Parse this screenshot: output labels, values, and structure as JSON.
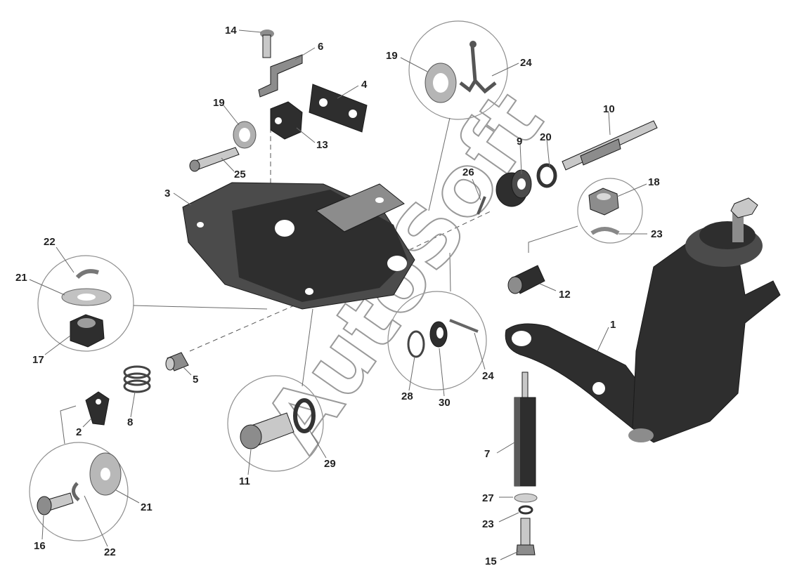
{
  "watermark": "AutoSoft",
  "part_labels": {
    "p1": "1",
    "p2": "2",
    "p3": "3",
    "p4": "4",
    "p5": "5",
    "p6": "6",
    "p7": "7",
    "p8": "8",
    "p9": "9",
    "p10": "10",
    "p11": "11",
    "p12": "12",
    "p13": "13",
    "p14": "14",
    "p15": "15",
    "p16": "16",
    "p17": "17",
    "p18": "18",
    "p19a": "19",
    "p19b": "19",
    "p20": "20",
    "p21a": "21",
    "p21b": "21",
    "p22a": "22",
    "p22b": "22",
    "p23a": "23",
    "p23b": "23",
    "p24a": "24",
    "p24b": "24",
    "p25": "25",
    "p26": "26",
    "p27": "27",
    "p28": "28",
    "p29": "29",
    "p30": "30"
  },
  "colors": {
    "metal_dark": "#2e2e2e",
    "metal_mid": "#4b4b4b",
    "metal_light": "#8c8c8c",
    "highlight": "#c8c8c8"
  }
}
